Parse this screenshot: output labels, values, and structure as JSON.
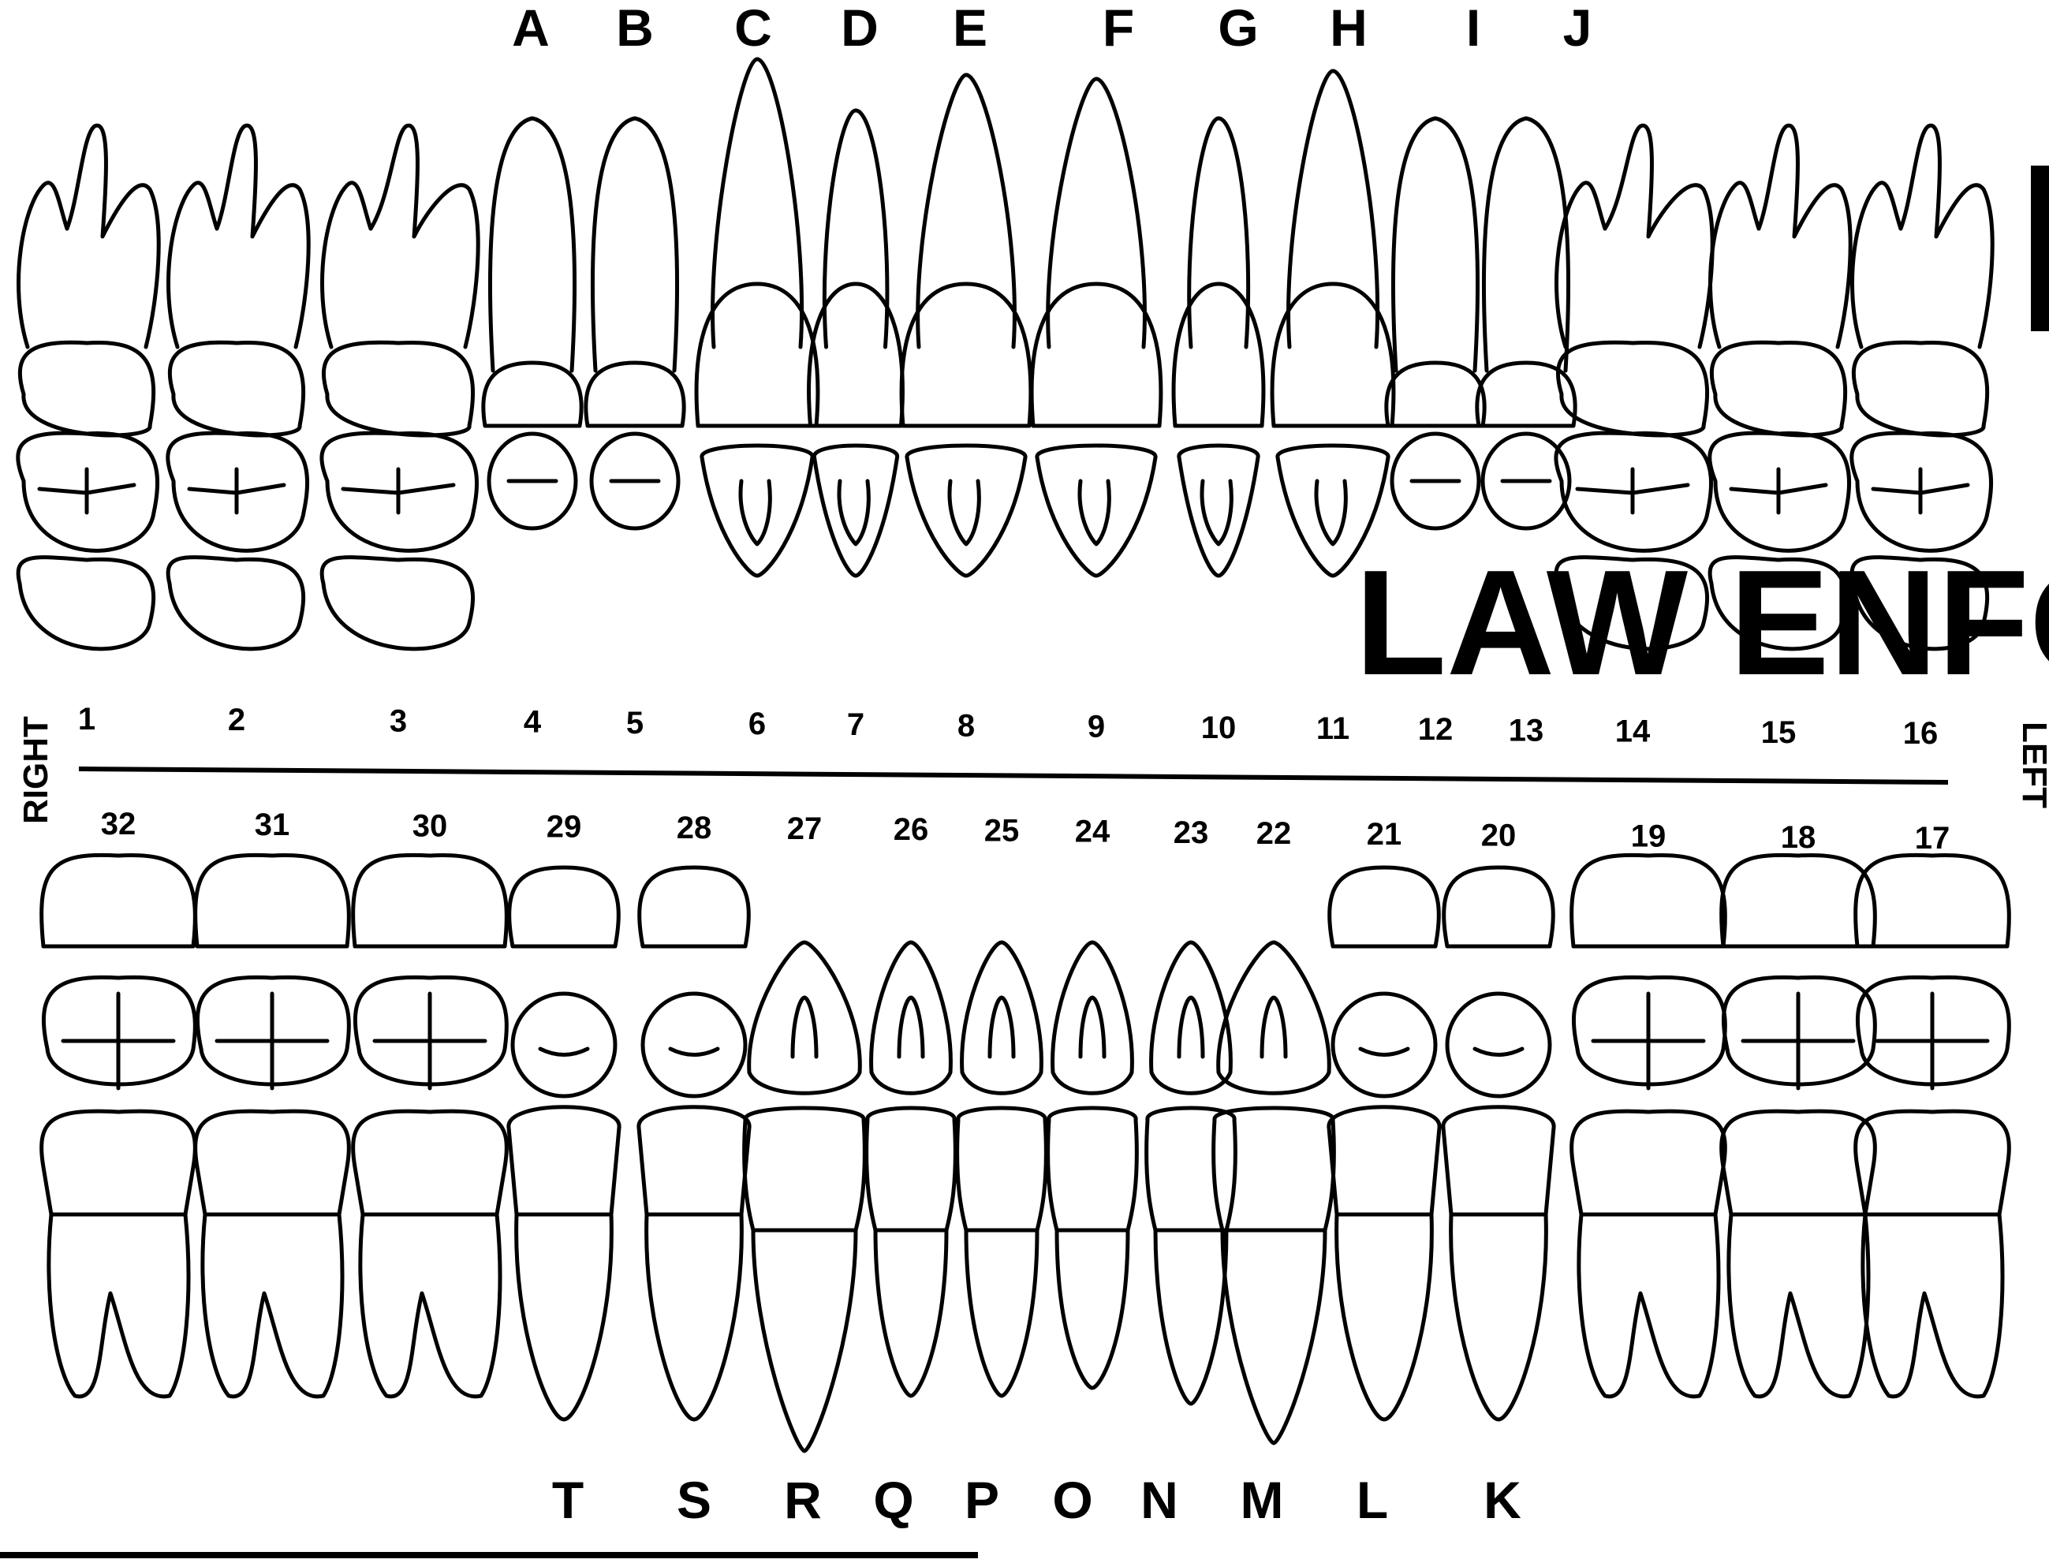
{
  "title": "",
  "upper": {
    "letters": [
      "A",
      "B",
      "C",
      "D",
      "E",
      "F",
      "G",
      "H",
      "I",
      "J"
    ],
    "numbers": [
      "1",
      "2",
      "3",
      "4",
      "5",
      "6",
      "7",
      "8",
      "9",
      "10",
      "11",
      "12",
      "13",
      "14",
      "15",
      "16"
    ]
  },
  "lower": {
    "numbers": [
      "32",
      "31",
      "30",
      "29",
      "28",
      "27",
      "26",
      "25",
      "24",
      "23",
      "22",
      "21",
      "20",
      "19",
      "18",
      "17"
    ],
    "letters": [
      "T",
      "S",
      "R",
      "Q",
      "P",
      "O",
      "N",
      "M",
      "L",
      "K"
    ]
  },
  "sides": {
    "right": "RIGHT",
    "left": "LEFT"
  },
  "stamp": {
    "text": "LAW ENFOR"
  }
}
